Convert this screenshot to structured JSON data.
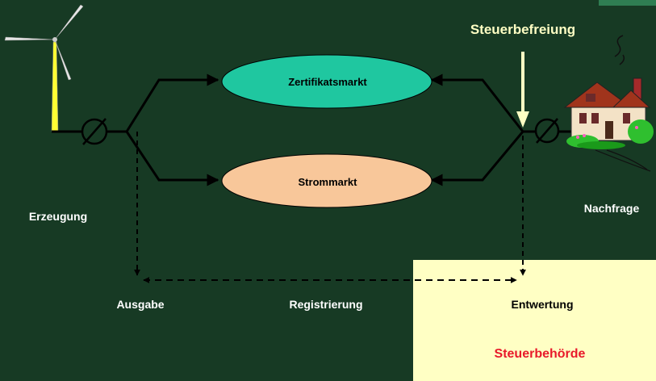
{
  "labels": {
    "steuerbefreiung": "Steuerbefreiung",
    "zertifikatsmarkt": "Zertifikatsmarkt",
    "strommarkt": "Strommarkt",
    "erzeugung": "Erzeugung",
    "nachfrage": "Nachfrage",
    "ausgabe": "Ausgabe",
    "registrierung": "Registrierung",
    "entwertung": "Entwertung",
    "steuerbehoerde": "Steuerbehörde"
  },
  "colors": {
    "background": "#173a24",
    "zertifikatsmarkt_fill": "#1fc7a0",
    "strommarkt_fill": "#f8c79a",
    "authority_box": "#ffffc4",
    "authority_text": "#e8192a",
    "highlight_arrow": "#ffffc4",
    "lines": "#000000",
    "text": "#ffffff"
  },
  "icons": [
    "wind-turbine-icon",
    "meter-icon",
    "house-icon"
  ]
}
